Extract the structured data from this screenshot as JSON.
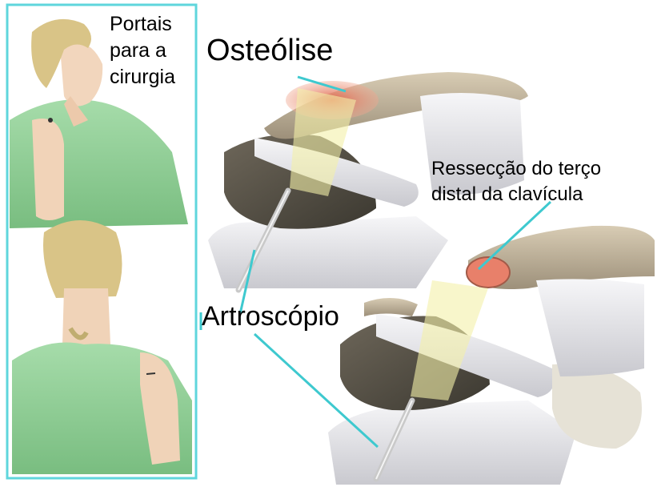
{
  "labels": {
    "portals": [
      "Portais",
      "para a",
      "cirurgia"
    ],
    "osteolysis": "Osteólise",
    "resection": [
      "Ressecção do terço",
      "distal da clavícula"
    ],
    "arthroscope": "Artroscópio"
  },
  "colors": {
    "panel_border": "#5fd6dc",
    "leader_line": "#3ec9cf",
    "gown": "#8fce95",
    "skin": "#f2d6bd",
    "hair": "#d9c487",
    "bone": "#c9bca3",
    "tendon": "#e6e6ea",
    "osteolysis_lesion": "#e8806a",
    "light_cone": "#f4f0a8"
  }
}
